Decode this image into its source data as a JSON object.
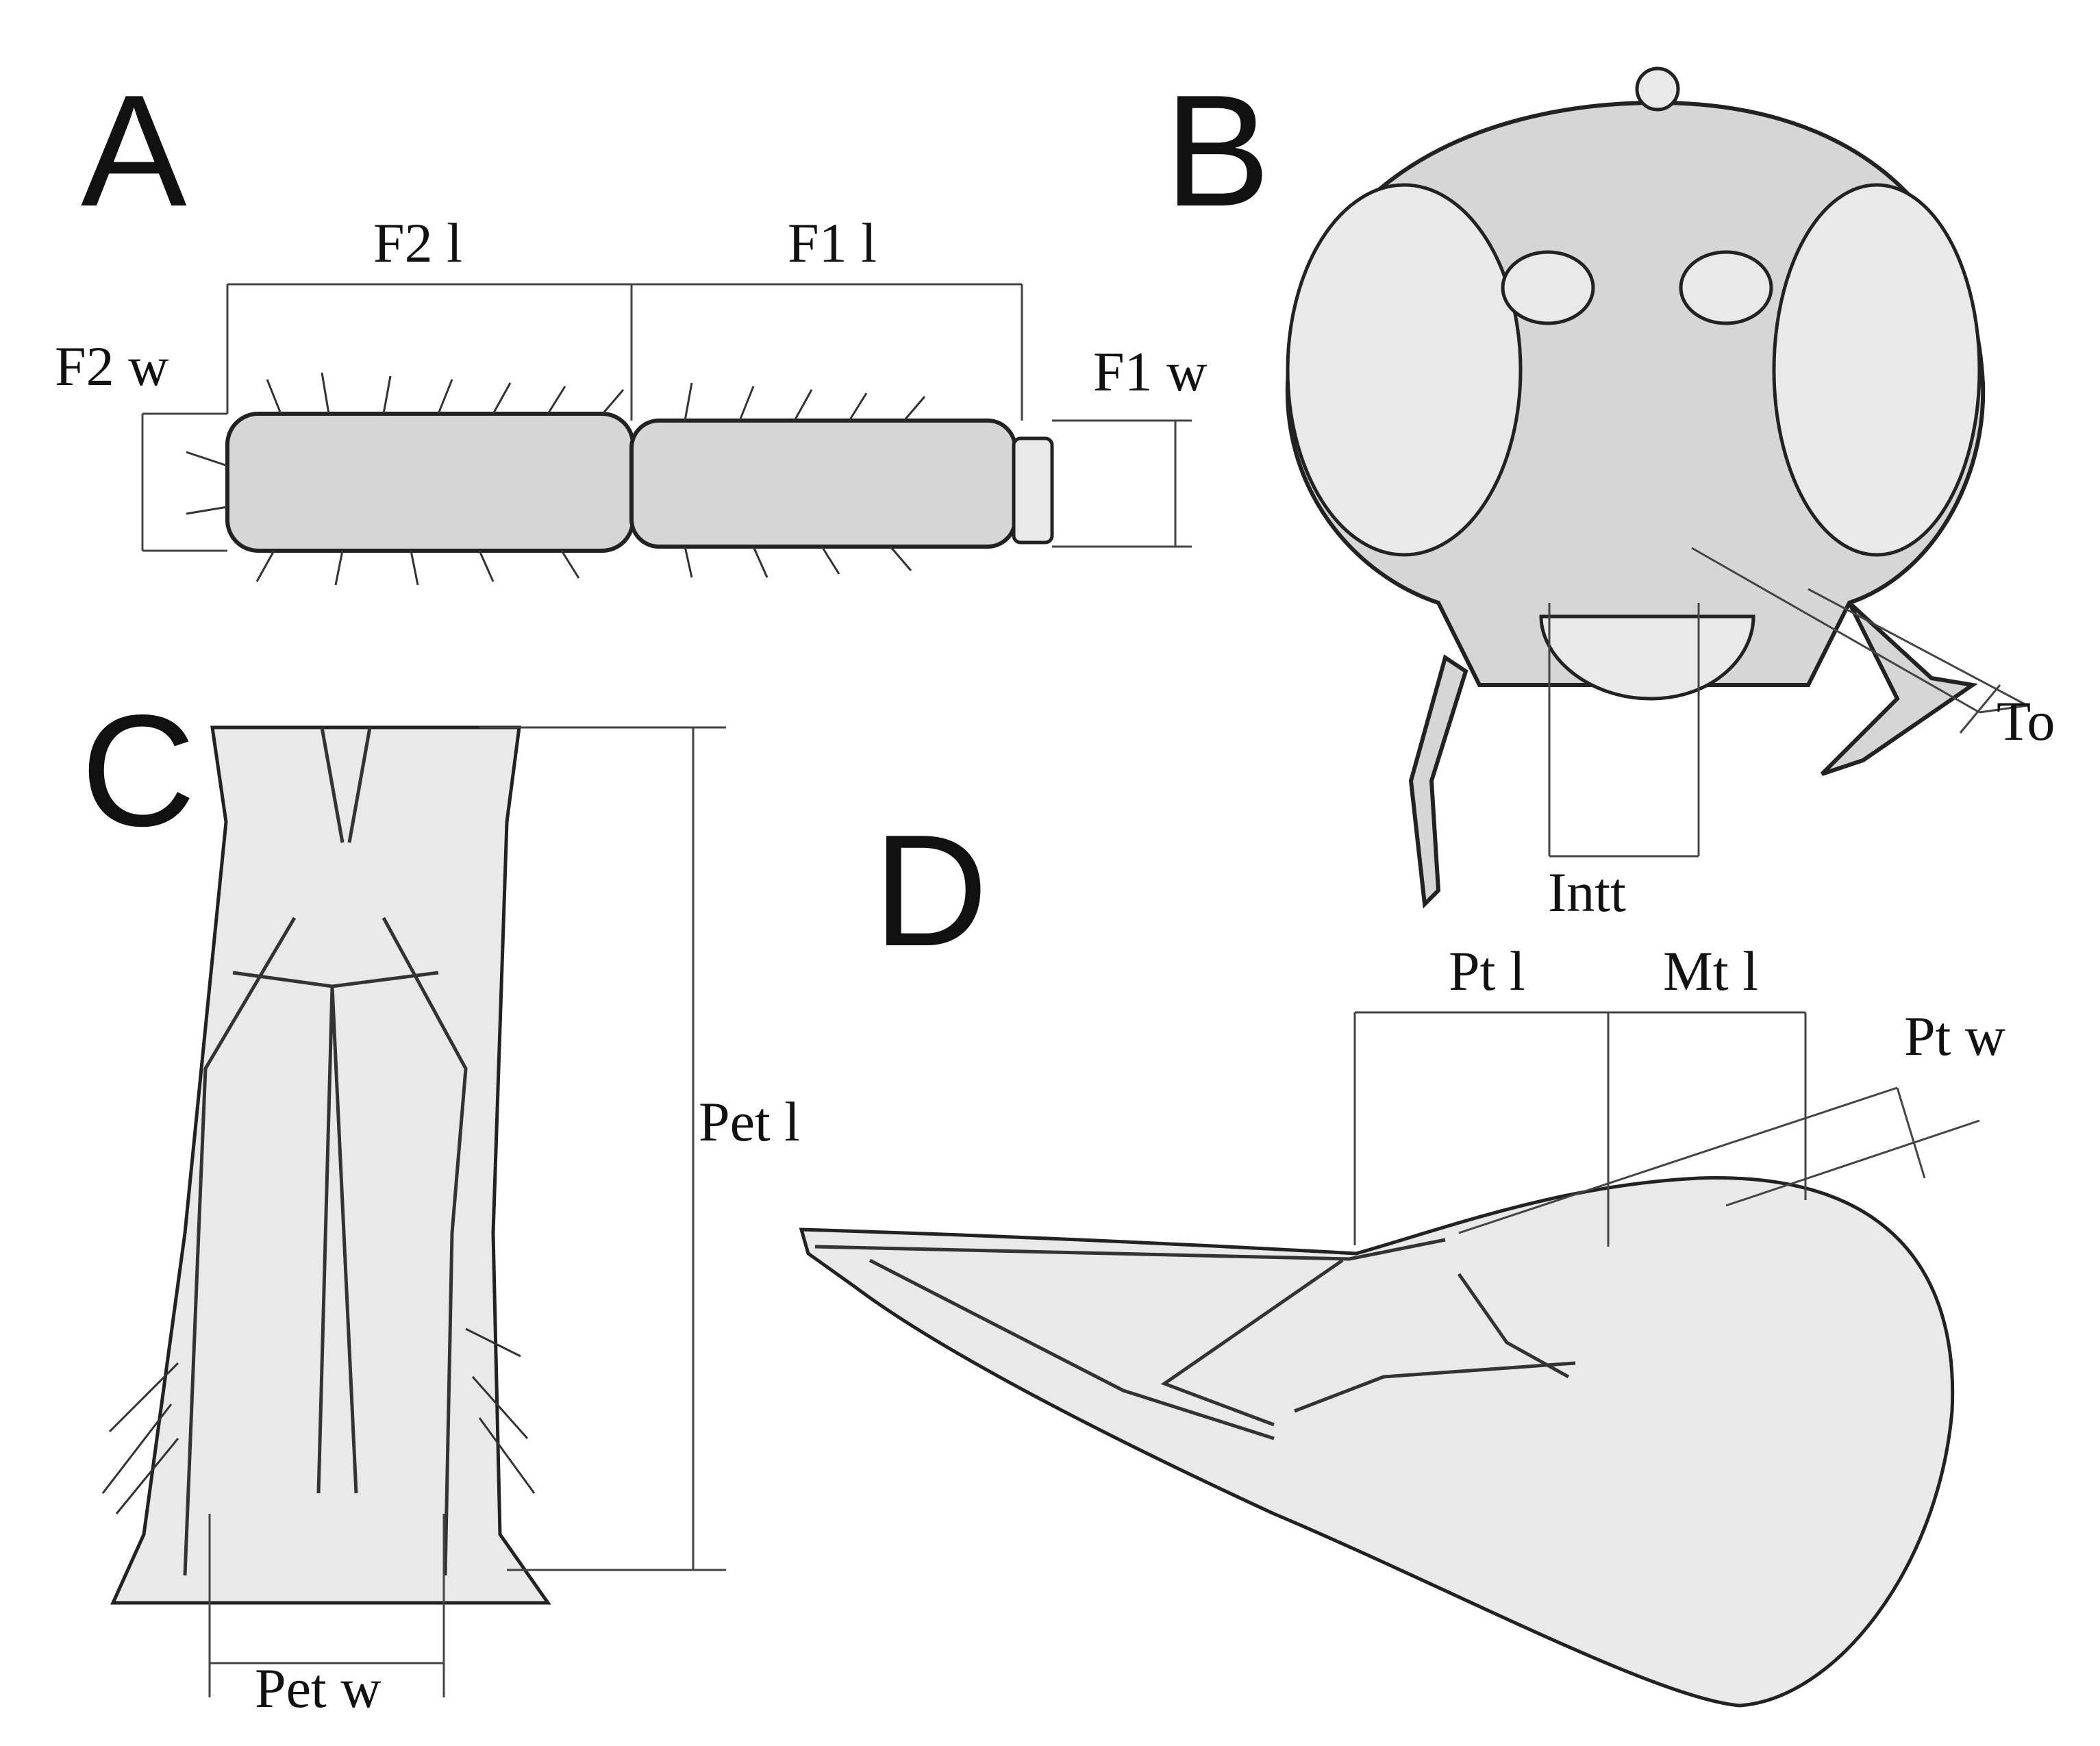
{
  "panels": {
    "a": {
      "letter": "A",
      "labels": {
        "f2l": "F2 l",
        "f1l": "F1 l",
        "f2w": "F2 w",
        "f1w": "F1 w"
      }
    },
    "b": {
      "letter": "B",
      "labels": {
        "to": "To",
        "intt": "Intt"
      }
    },
    "c": {
      "letter": "C",
      "labels": {
        "petl": "Pet l",
        "petw": "Pet w"
      }
    },
    "d": {
      "letter": "D",
      "labels": {
        "ptl": "Pt l",
        "mtl": "Mt l",
        "ptw": "Pt w"
      }
    }
  },
  "colors": {
    "background": "#ffffff",
    "ink": "#111111",
    "specimen_fill": "#d6d6d6"
  }
}
